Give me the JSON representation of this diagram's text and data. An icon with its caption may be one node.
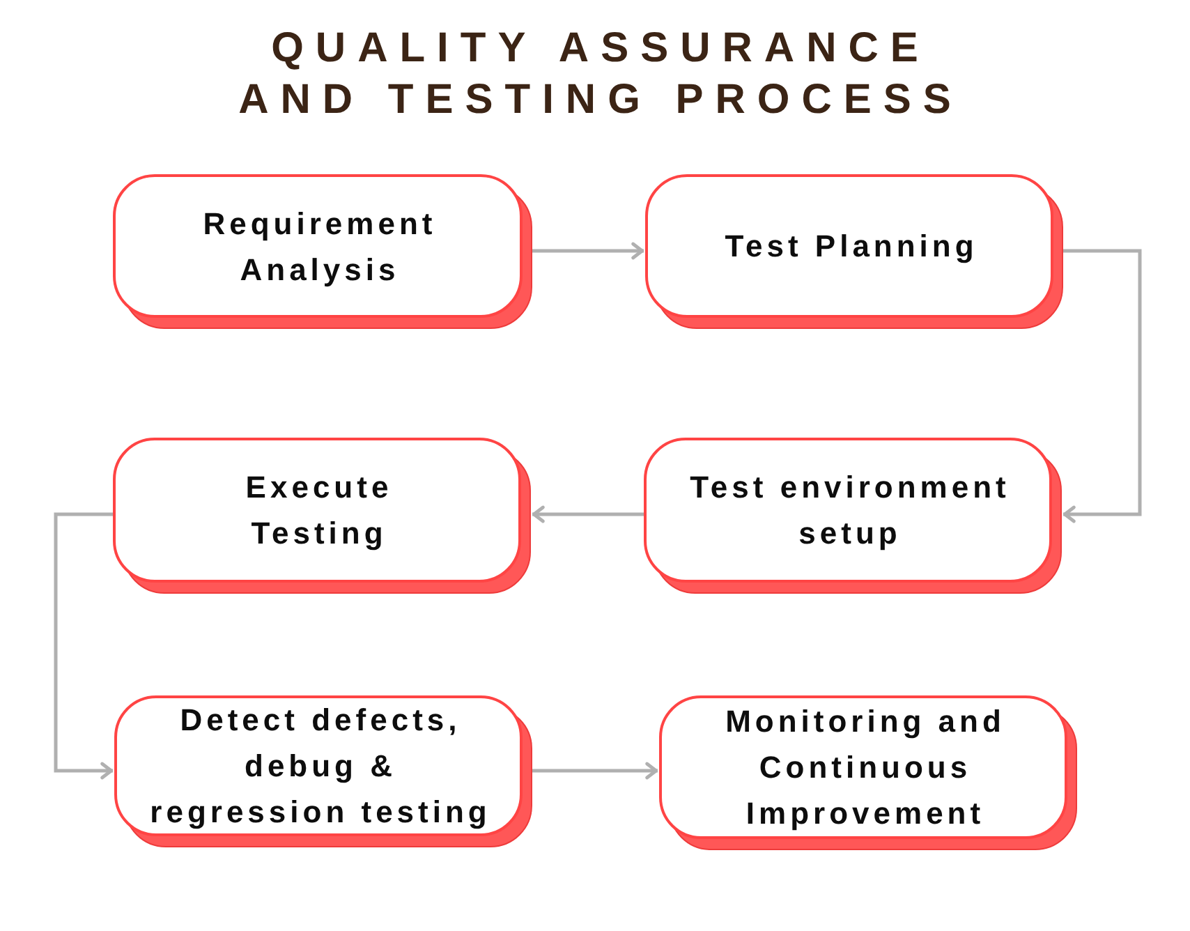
{
  "diagram": {
    "title": "QUALITY ASSURANCE AND TESTING PROCESS",
    "nodes": [
      {
        "text": [
          "Requirement Analysis"
        ]
      },
      {
        "text": [
          "Test Planning"
        ]
      },
      {
        "text": [
          "Test environment setup"
        ]
      },
      {
        "text": [
          "Execute Testing"
        ]
      },
      {
        "text": [
          "Detect defects, debug & regression testing"
        ]
      },
      {
        "text": [
          "Monitoring and Continuous Improvement"
        ]
      }
    ],
    "edges": [
      {
        "from": 0,
        "to": 1,
        "arrow": "to"
      },
      {
        "from": 1,
        "to": 2,
        "arrow": "to"
      },
      {
        "from": 2,
        "to": 3,
        "arrow": "to"
      },
      {
        "from": 3,
        "to": 4,
        "arrow": "to"
      },
      {
        "from": 4,
        "to": 5,
        "arrow": "to"
      }
    ]
  }
}
